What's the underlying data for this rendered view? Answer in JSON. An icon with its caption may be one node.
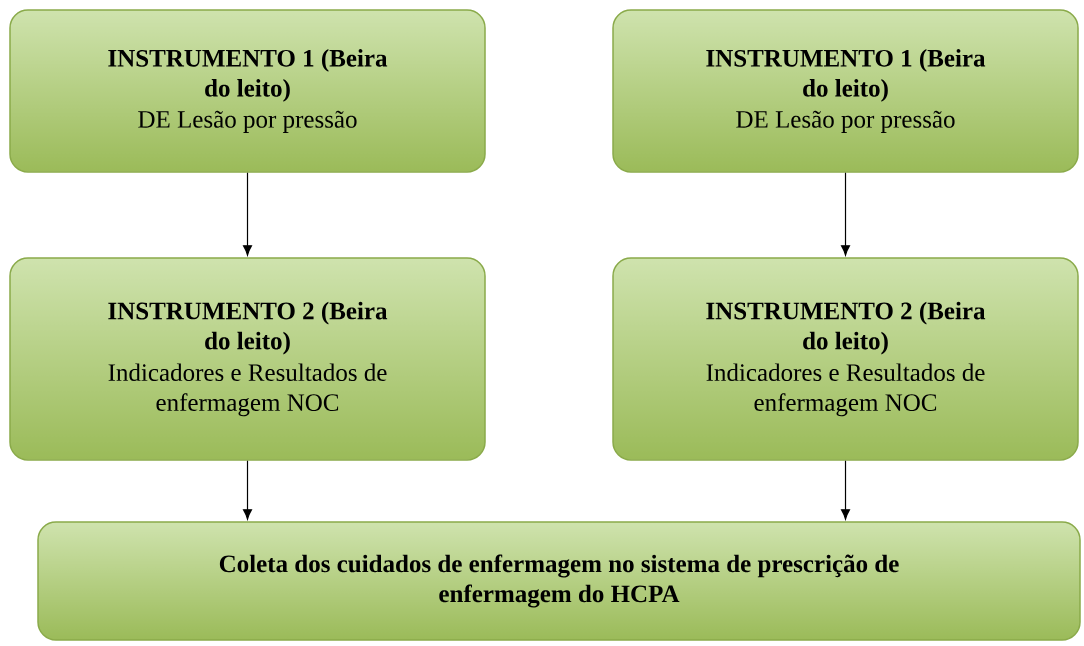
{
  "diagram": {
    "nodes": [
      {
        "text": [
          "INSTRUMENTO 1 (Beira do leito)",
          "DE Lesão por pressão"
        ]
      },
      {
        "text": [
          "INSTRUMENTO 1 (Beira do leito)",
          "DE Lesão por pressão"
        ]
      },
      {
        "text": [
          "INSTRUMENTO 2 (Beira do leito)",
          "Indicadores e Resultados de enfermagem NOC"
        ]
      },
      {
        "text": [
          "INSTRUMENTO 2 (Beira do leito)",
          "Indicadores e Resultados de enfermagem NOC"
        ]
      },
      {
        "text": [
          "Coleta dos cuidados de enfermagem no sistema de prescrição de enfermagem do HCPA"
        ]
      }
    ],
    "edges": [
      {
        "from": 0,
        "to": 2,
        "arrow": "to"
      },
      {
        "from": 1,
        "to": 3,
        "arrow": "to"
      },
      {
        "from": 2,
        "to": 4,
        "arrow": "to"
      },
      {
        "from": 3,
        "to": 4,
        "arrow": "to"
      }
    ]
  }
}
